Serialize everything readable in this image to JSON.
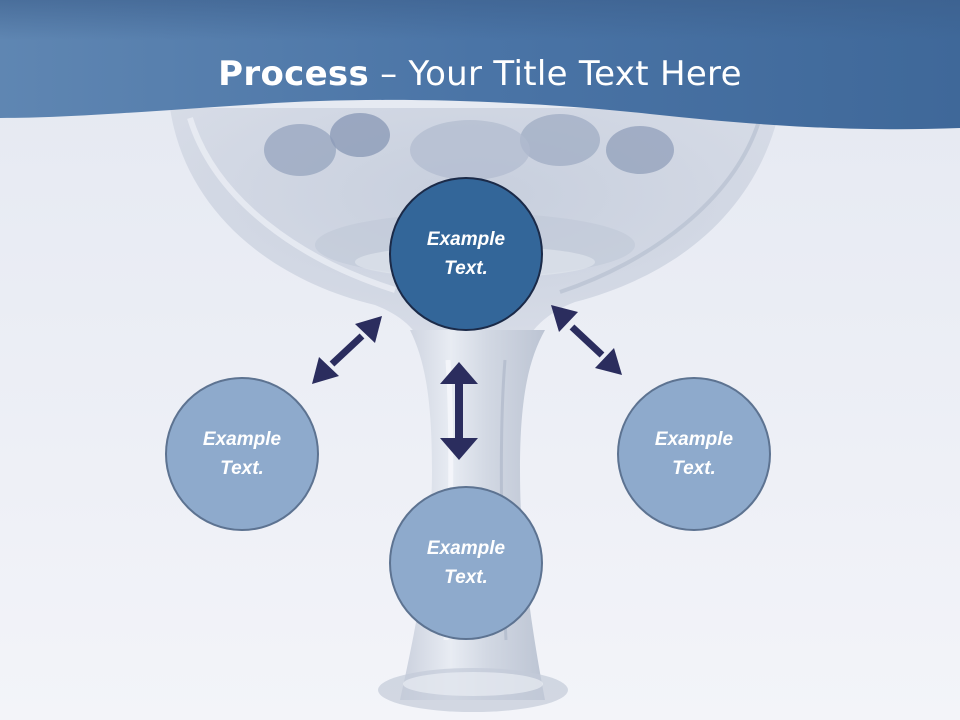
{
  "slide": {
    "title_bold": "Process",
    "title_rest": " – Your Title Text Here"
  },
  "nodes": {
    "top": "Example Text.",
    "left": "Example Text.",
    "bottom": "Example Text.",
    "right": "Example Text."
  },
  "colors": {
    "header_band": "#4a76a8",
    "primary_node": "#336699",
    "secondary_node": "#8eaacc",
    "arrow": "#2b2d5e"
  }
}
